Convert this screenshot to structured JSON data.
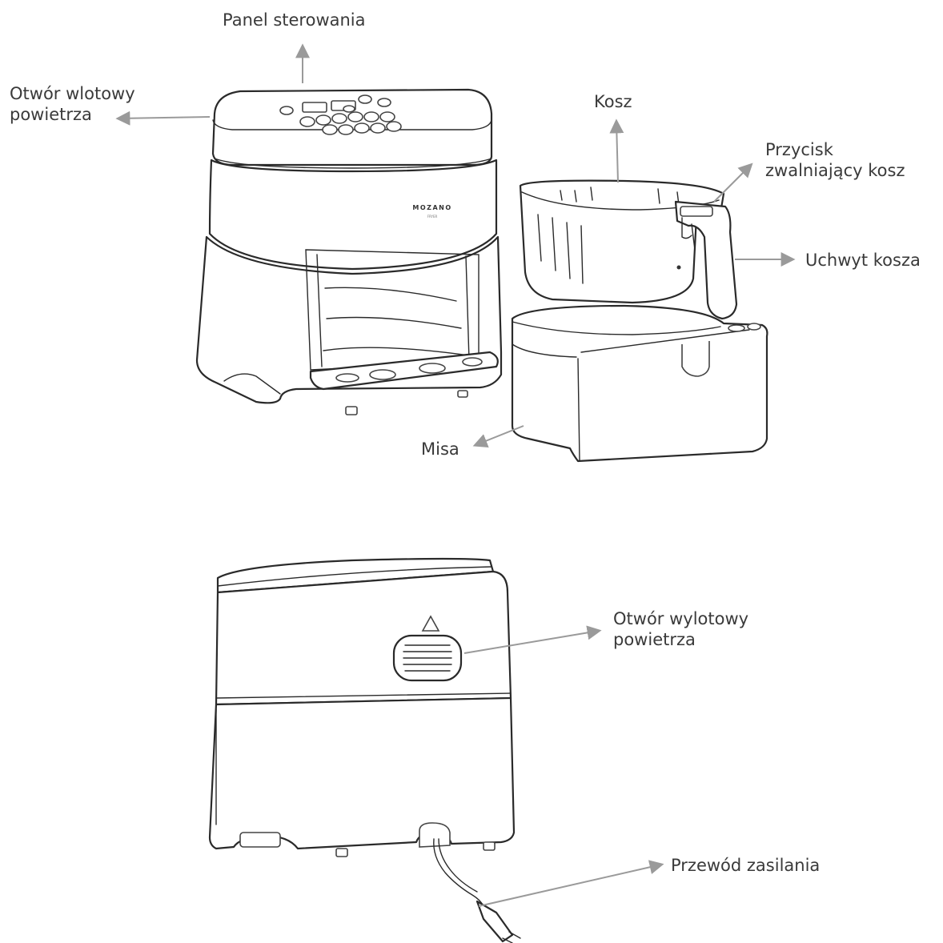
{
  "brand": {
    "logo_text": "MOZANO",
    "logo_subtext": "FRYER"
  },
  "labels": {
    "panel": "Panel sterowania",
    "inlet_line1": "Otwór wlotowy",
    "inlet_line2": "powietrza",
    "basket": "Kosz",
    "release_line1": "Przycisk",
    "release_line2": "zwalniający kosz",
    "handle": "Uchwyt kosza",
    "bowl": "Misa",
    "outlet_line1": "Otwór wylotowy",
    "outlet_line2": "powietrza",
    "cord": "Przewód zasilania"
  },
  "colors": {
    "line": "#2a2a2a",
    "arrow": "#9a9a9a",
    "text": "#3a3a3a"
  }
}
